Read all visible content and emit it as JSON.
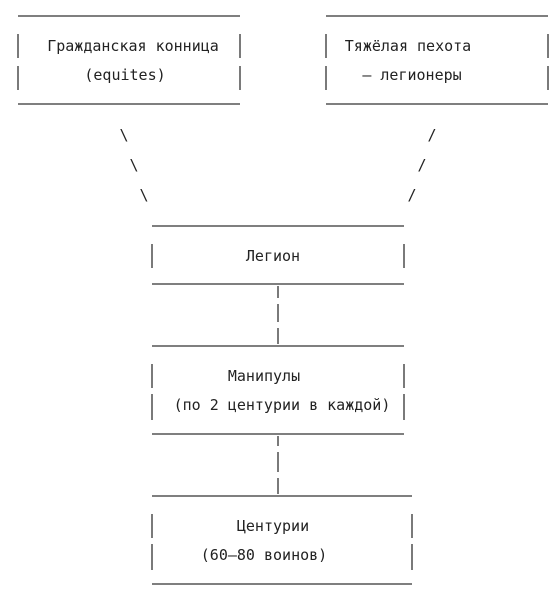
{
  "diagram": {
    "nodes": [
      {
        "id": "cavalry",
        "lines": [
          "Гражданская конница",
          "(equites)"
        ]
      },
      {
        "id": "infantry",
        "lines": [
          "Тяжёлая пехота",
          "— легионеры"
        ]
      },
      {
        "id": "legion",
        "lines": [
          "Легион"
        ]
      },
      {
        "id": "maniples",
        "lines": [
          "Манипулы",
          "(по 2 центурии в каждой)"
        ]
      },
      {
        "id": "centuries",
        "lines": [
          "Центурии",
          "(60–80 воинов)"
        ]
      }
    ],
    "edges": [
      {
        "from": "cavalry",
        "to": "legion",
        "glyph": "\\"
      },
      {
        "from": "infantry",
        "to": "legion",
        "glyph": "/"
      },
      {
        "from": "legion",
        "to": "maniples",
        "glyph": "|"
      },
      {
        "from": "maniples",
        "to": "centuries",
        "glyph": "|"
      }
    ]
  }
}
